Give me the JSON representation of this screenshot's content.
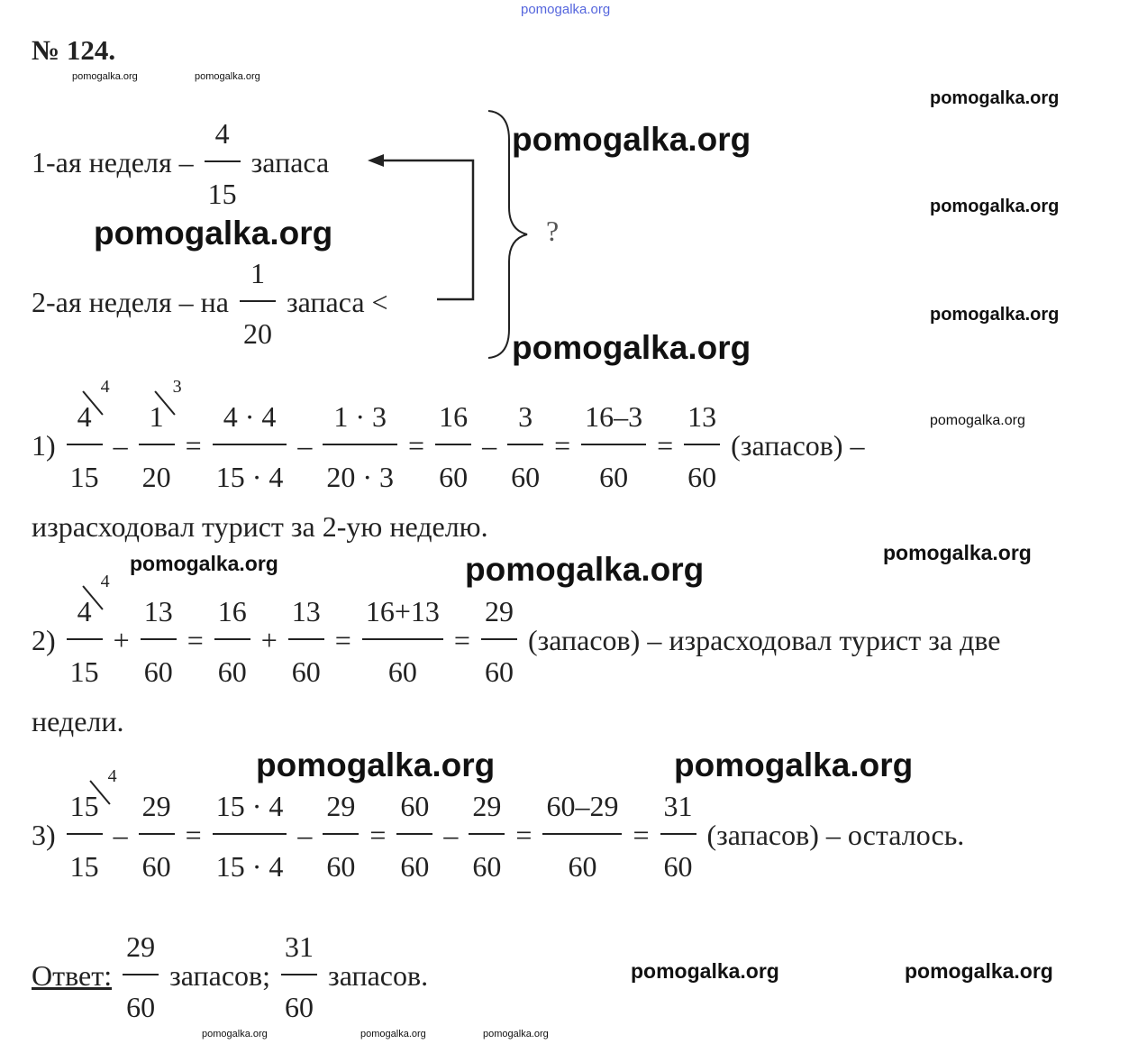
{
  "header": {
    "site": "pomogalka.org",
    "title": "№ 124."
  },
  "diagram": {
    "week1": [
      {
        "t": "1-ая неделя –"
      },
      {
        "f": [
          "4",
          "15"
        ]
      },
      {
        "t": "запаса"
      }
    ],
    "week2": [
      {
        "t": "2-ая неделя – на"
      },
      {
        "f": [
          "1",
          "20"
        ]
      },
      {
        "t": "запаса <"
      }
    ],
    "question": "?"
  },
  "steps": {
    "row1": [
      {
        "t": "1)"
      },
      {
        "f": [
          "4",
          "15"
        ],
        "c": "4"
      },
      {
        "t": "–"
      },
      {
        "f": [
          "1",
          "20"
        ],
        "c": "3"
      },
      {
        "t": "="
      },
      {
        "f": [
          "4 · 4",
          "15 · 4"
        ]
      },
      {
        "t": "–"
      },
      {
        "f": [
          "1 · 3",
          "20 · 3"
        ]
      },
      {
        "t": "="
      },
      {
        "f": [
          "16",
          "60"
        ]
      },
      {
        "t": "–"
      },
      {
        "f": [
          "3",
          "60"
        ]
      },
      {
        "t": "="
      },
      {
        "f": [
          "16–3",
          "60"
        ]
      },
      {
        "t": "="
      },
      {
        "f": [
          "13",
          "60"
        ]
      },
      {
        "t": "(запасов) –"
      }
    ],
    "row1_cont": "израсходовал турист за 2-ую неделю.",
    "row2": [
      {
        "t": "2)"
      },
      {
        "f": [
          "4",
          "15"
        ],
        "c": "4"
      },
      {
        "t": "+"
      },
      {
        "f": [
          "13",
          "60"
        ]
      },
      {
        "t": "="
      },
      {
        "f": [
          "16",
          "60"
        ]
      },
      {
        "t": "+"
      },
      {
        "f": [
          "13",
          "60"
        ]
      },
      {
        "t": "="
      },
      {
        "f": [
          "16+13",
          "60"
        ]
      },
      {
        "t": "="
      },
      {
        "f": [
          "29",
          "60"
        ]
      },
      {
        "t": "(запасов) – израсходовал турист за две"
      }
    ],
    "row2_cont": "недели.",
    "row3": [
      {
        "t": "3)"
      },
      {
        "f": [
          "15",
          "15"
        ],
        "c": "4"
      },
      {
        "t": "–"
      },
      {
        "f": [
          "29",
          "60"
        ]
      },
      {
        "t": "="
      },
      {
        "f": [
          "15 · 4",
          "15 · 4"
        ]
      },
      {
        "t": "–"
      },
      {
        "f": [
          "29",
          "60"
        ]
      },
      {
        "t": "="
      },
      {
        "f": [
          "60",
          "60"
        ]
      },
      {
        "t": "–"
      },
      {
        "f": [
          "29",
          "60"
        ]
      },
      {
        "t": "="
      },
      {
        "f": [
          "60–29",
          "60"
        ]
      },
      {
        "t": "="
      },
      {
        "f": [
          "31",
          "60"
        ]
      },
      {
        "t": "(запасов) – осталось."
      }
    ],
    "answer": [
      {
        "t": "Ответ:",
        "u": true
      },
      {
        "f": [
          "29",
          "60"
        ]
      },
      {
        "t": "запасов;"
      },
      {
        "f": [
          "31",
          "60"
        ]
      },
      {
        "t": "запасов."
      }
    ]
  },
  "watermarks": [
    "pomogalka.org"
  ]
}
